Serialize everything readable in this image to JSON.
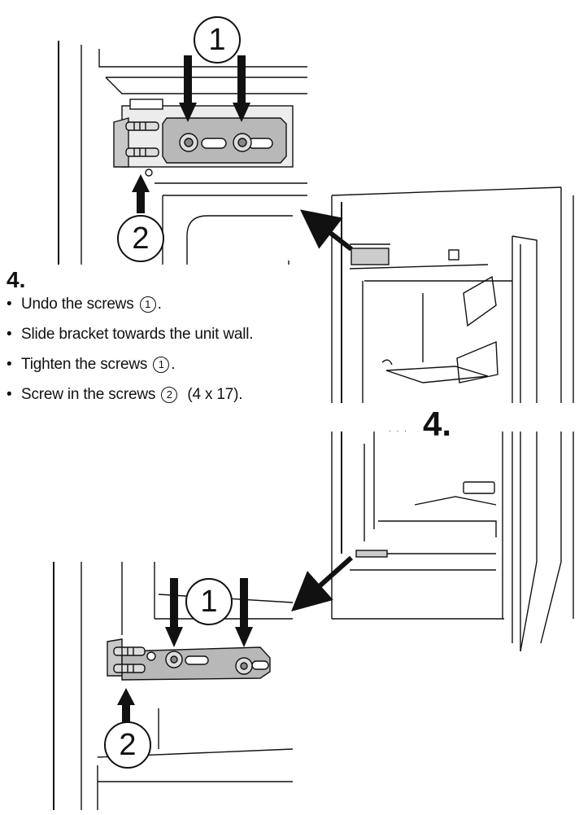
{
  "step_number": "4.",
  "step_number_large": "4.",
  "instructions": [
    {
      "text_before": "Undo the screws ",
      "marker": "1",
      "text_after": "."
    },
    {
      "text_before": "Slide bracket towards the unit wall.",
      "marker": "",
      "text_after": ""
    },
    {
      "text_before": "Tighten the screws ",
      "marker": "1",
      "text_after": "."
    },
    {
      "text_before": "Screw in the screws ",
      "marker": "2",
      "text_after": "  (4 x 17)."
    }
  ],
  "callouts": {
    "top_screws": "1",
    "top_side_screws": "2",
    "bottom_screws": "1",
    "bottom_side_screws": "2"
  },
  "colors": {
    "line": "#111111",
    "bracket": "#b4b4b4",
    "background": "#ffffff"
  }
}
